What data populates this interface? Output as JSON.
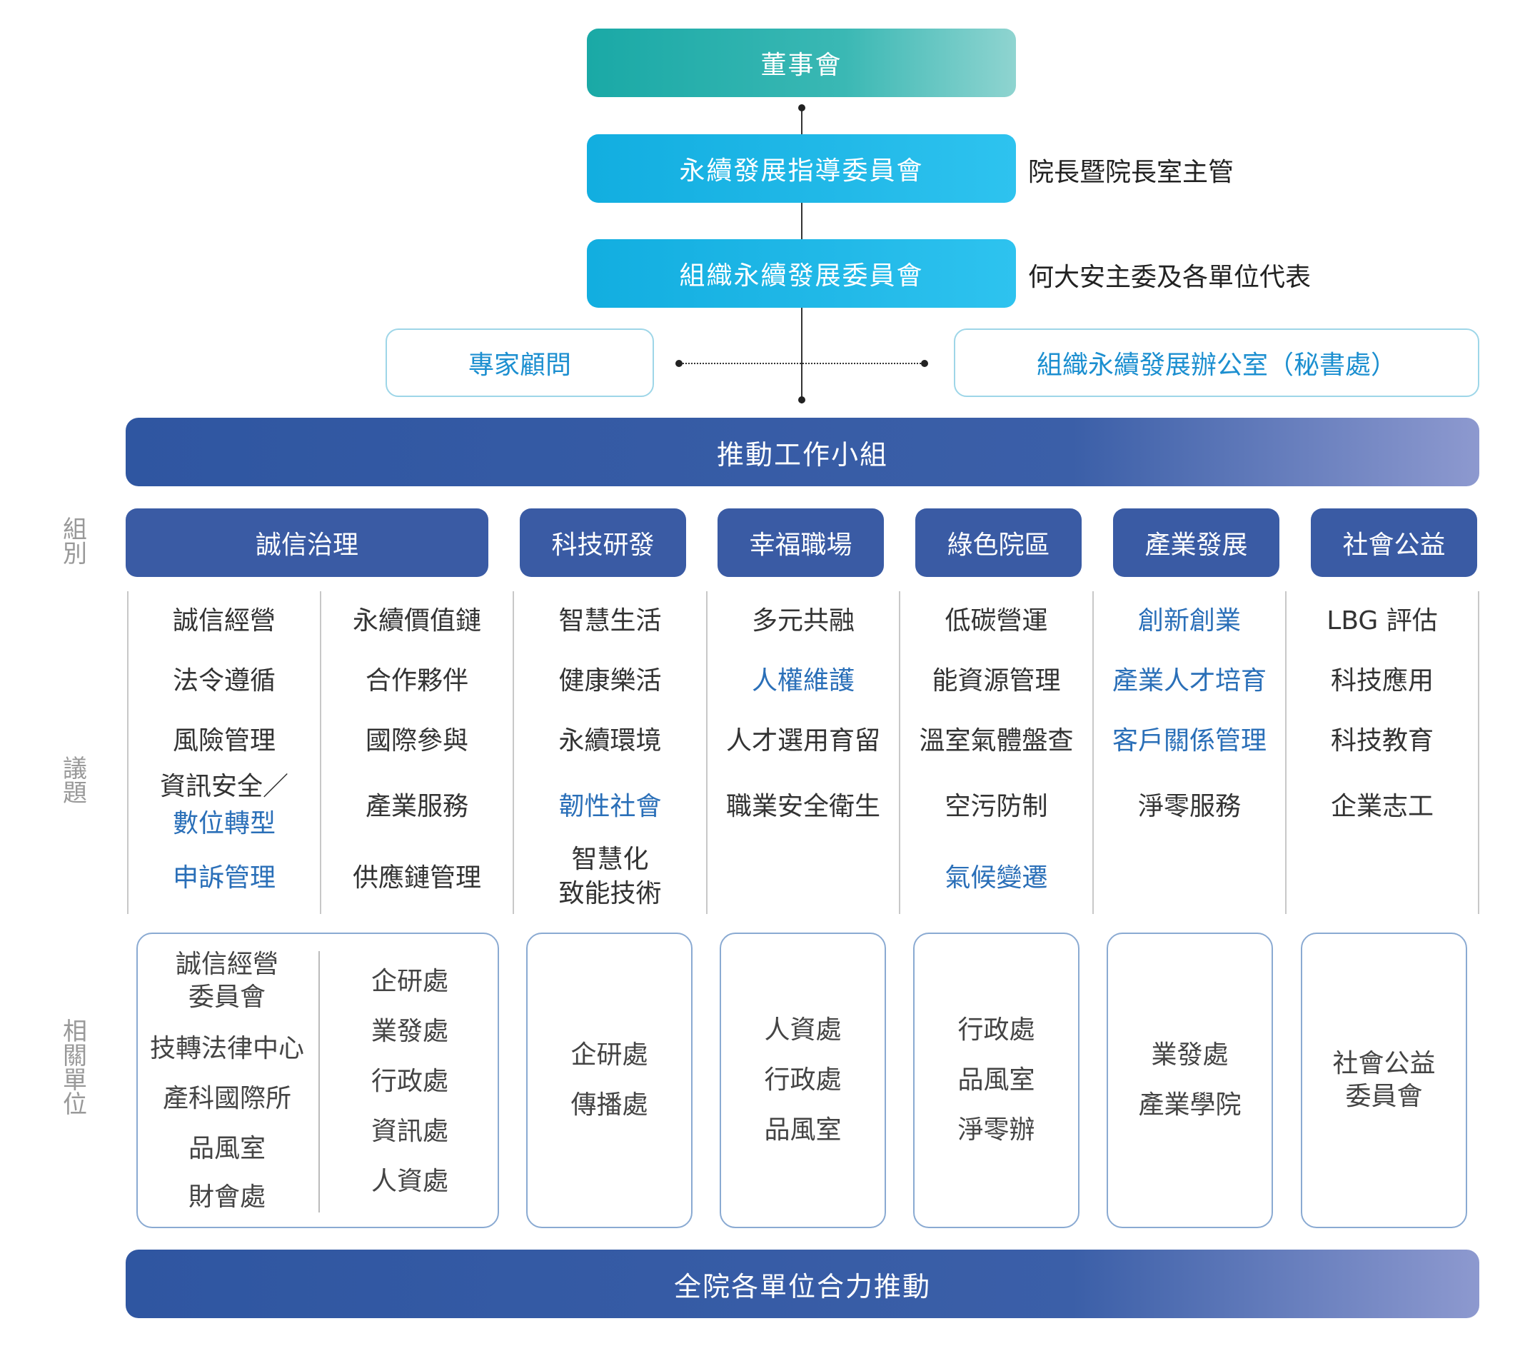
{
  "top": {
    "board": "董事會",
    "steering": "永續發展指導委員會",
    "steering_note": "院長暨院長室主管",
    "org_committee": "組織永續發展委員會",
    "org_committee_note": "何大安主委及各單位代表",
    "expert": "專家顧問",
    "office": "組織永續發展辦公室（秘書處）",
    "task_force": "推動工作小組",
    "bottom_bar": "全院各單位合力推動"
  },
  "side_labels": {
    "group": "組\n別",
    "issues": "議\n題",
    "units": "相\n關\n單\n位"
  },
  "categories": [
    "誠信治理",
    "科技研發",
    "幸福職場",
    "綠色院區",
    "產業發展",
    "社會公益"
  ],
  "issues": {
    "col1": [
      "誠信經營",
      "法令遵循",
      "風險管理",
      "資訊安全／",
      "數位轉型",
      "申訴管理"
    ],
    "col2": [
      "永續價值鏈",
      "合作夥伴",
      "國際參與",
      "產業服務",
      "供應鏈管理"
    ],
    "col3": [
      "智慧生活",
      "健康樂活",
      "永續環境",
      "韌性社會",
      "智慧化\n致能技術"
    ],
    "col4": [
      "多元共融",
      "人權維護",
      "人才選用育留",
      "職業安全衛生"
    ],
    "col5": [
      "低碳營運",
      "能資源管理",
      "溫室氣體盤查",
      "空污防制",
      "氣候變遷"
    ],
    "col6": [
      "創新創業",
      "產業人才培育",
      "客戶關係管理",
      "淨零服務"
    ],
    "col7": [
      "LBG 評估",
      "科技應用",
      "科技教育",
      "企業志工"
    ]
  },
  "units": {
    "g1_left": [
      "誠信經營\n委員會",
      "技轉法律中心",
      "產科國際所",
      "品風室",
      "財會處"
    ],
    "g1_right": [
      "企研處",
      "業發處",
      "行政處",
      "資訊處",
      "人資處"
    ],
    "g2": [
      "企研處",
      "傳播處"
    ],
    "g3": [
      "人資處",
      "行政處",
      "品風室"
    ],
    "g4": [
      "行政處",
      "品風室",
      "淨零辦"
    ],
    "g5": [
      "業發處",
      "產業學院"
    ],
    "g6": [
      "社會公益\n委員會"
    ]
  },
  "colors": {
    "teal": "#1aa9a6",
    "cyan": "#12aee0",
    "navy": "#3a5ba4",
    "highlight_text": "#2a6fb8"
  }
}
